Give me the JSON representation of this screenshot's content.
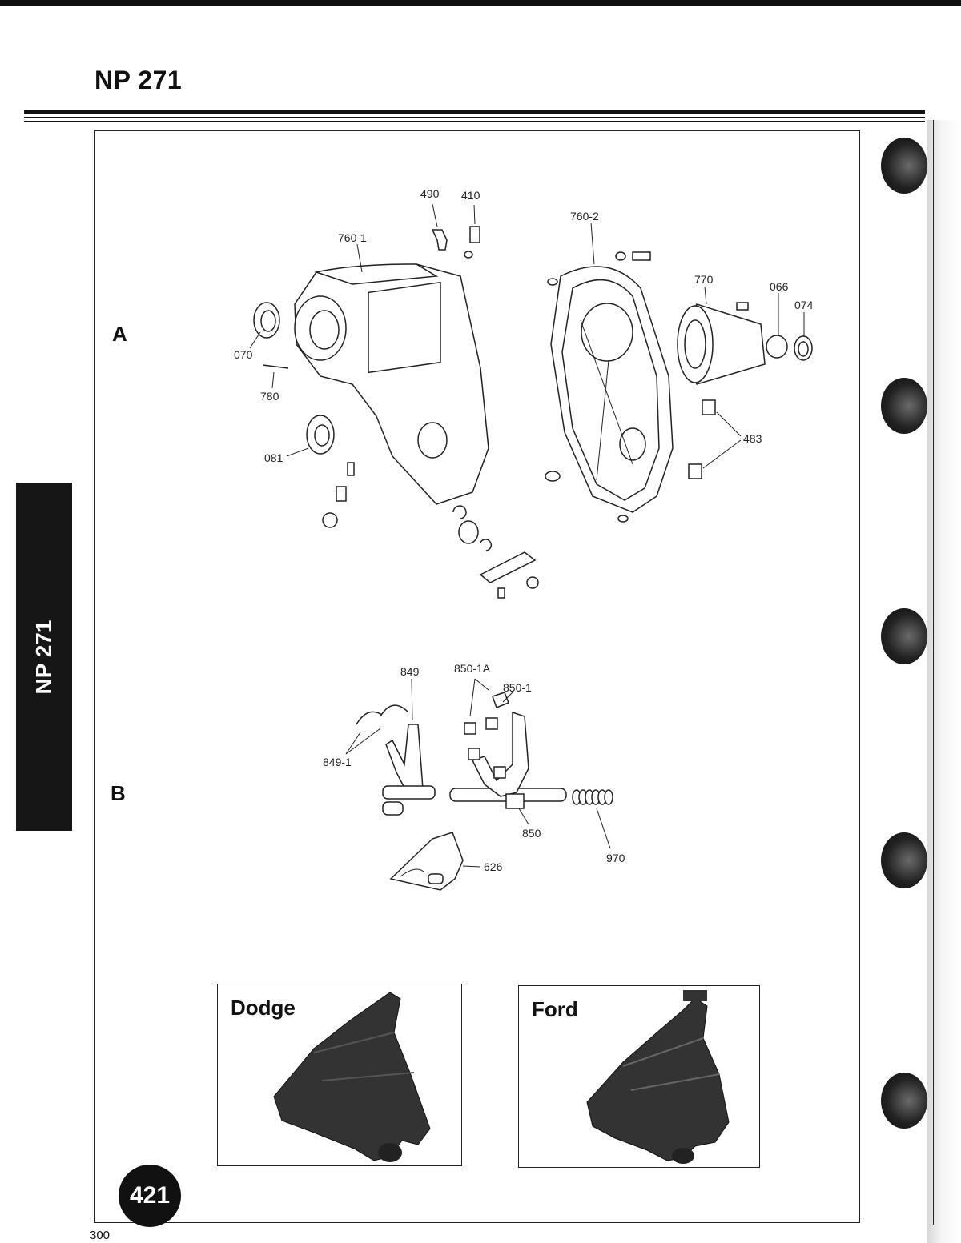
{
  "header": {
    "title": "NP 271"
  },
  "side_tab": {
    "label": "NP 271"
  },
  "sections": {
    "a": "A",
    "b": "B"
  },
  "callouts": {
    "c490": "490",
    "c410": "410",
    "c760_1": "760-1",
    "c760_2": "760-2",
    "c770": "770",
    "c066": "066",
    "c074": "074",
    "c070": "070",
    "c780": "780",
    "c081": "081",
    "c483": "483",
    "c849": "849",
    "c850_1a": "850-1A",
    "c850_1": "850-1",
    "c849_1": "849-1",
    "c850": "850",
    "c970": "970",
    "c626": "626"
  },
  "photos": {
    "dodge": "Dodge",
    "ford": "Ford"
  },
  "badge": "421",
  "page_number": "300"
}
